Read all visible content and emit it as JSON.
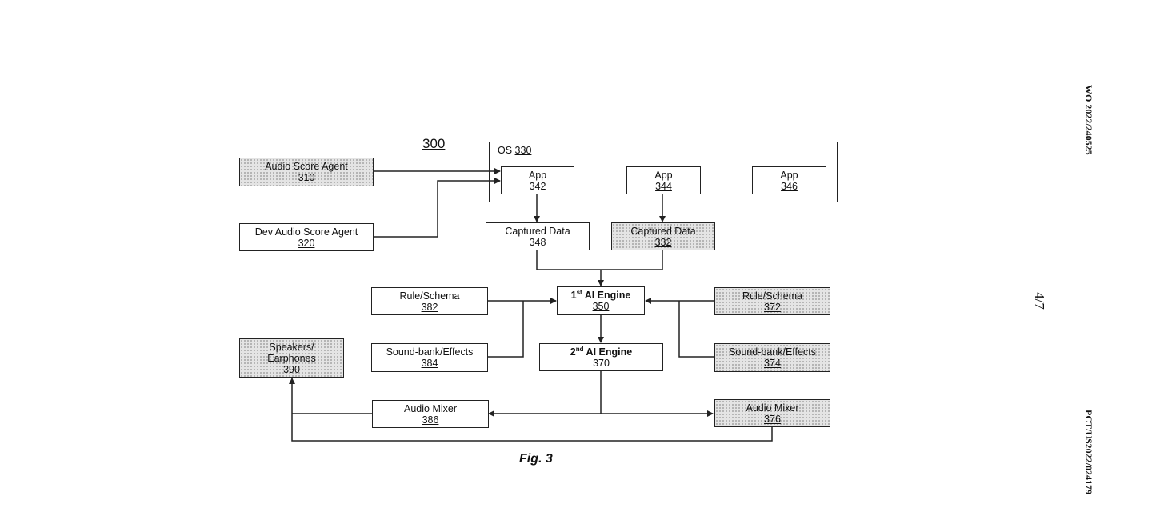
{
  "figure_number": "300",
  "figure_caption": "Fig. 3",
  "os": {
    "label": "OS",
    "number": "330"
  },
  "boxes": {
    "audio_score_agent": {
      "label": "Audio Score Agent",
      "number": "310"
    },
    "dev_audio_score_agent": {
      "label": "Dev Audio Score Agent",
      "number": "320"
    },
    "app_342": {
      "label": "App",
      "number": "342"
    },
    "app_344": {
      "label": "App",
      "number": "344"
    },
    "app_346": {
      "label": "App",
      "number": "346"
    },
    "captured_348": {
      "label": "Captured Data",
      "number": "348"
    },
    "captured_332": {
      "label": "Captured Data",
      "number": "332"
    },
    "rule_382": {
      "label": "Rule/Schema",
      "number": "382"
    },
    "ai_engine_1": {
      "label_prefix": "1",
      "label_sup": "st",
      "label_suffix": " AI Engine",
      "number": "350"
    },
    "rule_372": {
      "label": "Rule/Schema",
      "number": "372"
    },
    "speakers": {
      "label_line1": "Speakers/",
      "label_line2": "Earphones",
      "number": "390"
    },
    "soundbank_384": {
      "label": "Sound-bank/Effects",
      "number": "384"
    },
    "ai_engine_2": {
      "label_prefix": "2",
      "label_sup": "nd",
      "label_suffix": " AI Engine",
      "number": "370"
    },
    "soundbank_374": {
      "label": "Sound-bank/Effects",
      "number": "374"
    },
    "mixer_386": {
      "label": "Audio Mixer",
      "number": "386"
    },
    "mixer_376": {
      "label": "Audio Mixer",
      "number": "376"
    }
  },
  "margin": {
    "top_id": "WO 2022/240525",
    "page": "4/7",
    "bottom_id": "PCT/US2022/024179"
  }
}
